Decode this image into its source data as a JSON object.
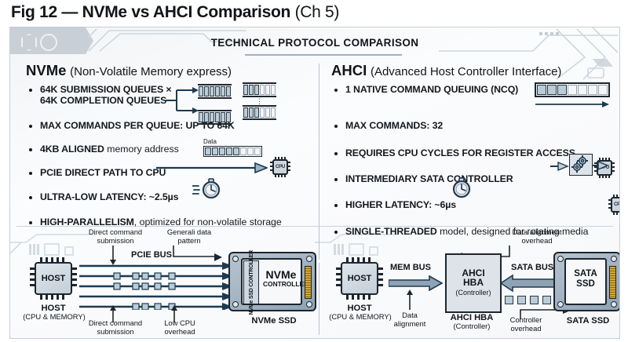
{
  "figure": {
    "title_bold": "Fig 12 — NVMe vs AHCI Comparison",
    "title_light": "(Ch 5)",
    "banner": "TECHNICAL PROTOCOL COMPARISON"
  },
  "columns": {
    "nvme": {
      "name": "NVMe",
      "expansion": "(Non-Volatile Memory express)",
      "bullets": [
        {
          "strong": "64K SUBMISSION QUEUES ×",
          "line2": "64K  COMPLETION QUEUES",
          "rest": "",
          "graphic": "queue-fanout"
        },
        {
          "strong": "MAX COMMANDS PER QUEUE: UP TO 64K",
          "rest": "",
          "graphic": ""
        },
        {
          "strong": "4KB ALIGNED",
          "rest": " memory address",
          "graphic": "data-strip",
          "graphic_label": "Data"
        },
        {
          "strong": "PCIE DIRECT PATH TO CPU",
          "rest": "",
          "graphic": "arrow-cpu",
          "cpu_label": "CPU"
        },
        {
          "strong": "ULTRA-LOW LATENCY: ~2.5µs",
          "rest": "",
          "graphic": "stopwatch-fast"
        },
        {
          "strong": "HIGH-PARALLELISM",
          "rest": ", optimized for non-volatile storage",
          "graphic": ""
        }
      ]
    },
    "ahci": {
      "name": "AHCI",
      "expansion": "(Advanced Host Controller Interface)",
      "bullets": [
        {
          "strong": "1 NATIVE COMMAND QUEUING (NCQ)",
          "rest": "",
          "graphic": "ncq-bar"
        },
        {
          "strong": "MAX COMMANDS: 32",
          "rest": "",
          "graphic": ""
        },
        {
          "strong": "REQUIRES CPU CYCLES FOR REGISTER ACCESS",
          "rest": "",
          "graphic": "cpu-chip",
          "cpu_label": "CPU"
        },
        {
          "strong": "INTERMEDIARY SATA CONTROLLER",
          "rest": "",
          "graphic": "gears-cpu",
          "cpu_label": "CPU"
        },
        {
          "strong": "HIGHER LATENCY: ~6µs",
          "rest": "",
          "graphic": "stopwatch"
        },
        {
          "strong": "SINGLE-THREADED",
          "rest": " model, designed for rotating media",
          "graphic": ""
        }
      ]
    }
  },
  "nvme_diagram": {
    "host_box": "HOST",
    "host_caption_line1": "HOST",
    "host_caption_line2": "(CPU & MEMORY)",
    "bus_label": "PCIE BUS",
    "callout_top_left_line1": "Direct command",
    "callout_top_left_line2": "submission",
    "callout_top_right_line1": "Generali data",
    "callout_top_right_line2": "pattern",
    "callout_bottom_left_line1": "Direct command",
    "callout_bottom_left_line2": "submission",
    "callout_bottom_right_line1": "Low CPU",
    "callout_bottom_right_line2": "overhead",
    "ssd_vertical_label": "NVMe SSD CONTROLLER",
    "ssd_title_line1": "NVMe",
    "ssd_title_line2": "CONTROLLER",
    "ssd_caption": "NVMe SSD"
  },
  "ahci_diagram": {
    "host_box": "HOST",
    "host_caption_line1": "HOST",
    "host_caption_line2": "(CPU & MEMORY)",
    "mem_bus_label": "MEM BUS",
    "sata_bus_label": "SATA BUS",
    "hba_line1": "AHCI",
    "hba_line2": "HBA",
    "hba_line3": "(Controller)",
    "hba_caption_line1": "AHCI HBA",
    "hba_caption_line2": "(Controller)",
    "callout_data_align_line1": "Data",
    "callout_data_align_line2": "alignment",
    "callout_overhead_line1": "Data alignment",
    "callout_overhead_line2": "overhead",
    "callout_ctrl_line1": "Controller",
    "callout_ctrl_line2": "overhead",
    "ssd_title_line1": "SATA",
    "ssd_title_line2": "SSD",
    "ssd_caption": "SATA SSD"
  },
  "colors": {
    "ink": "#14181d",
    "panel_border": "#c8ced6",
    "accent_rule": "#9fb0c4",
    "cell_fill": "#b9cdd8",
    "connector_gold": "#d9a52a"
  }
}
